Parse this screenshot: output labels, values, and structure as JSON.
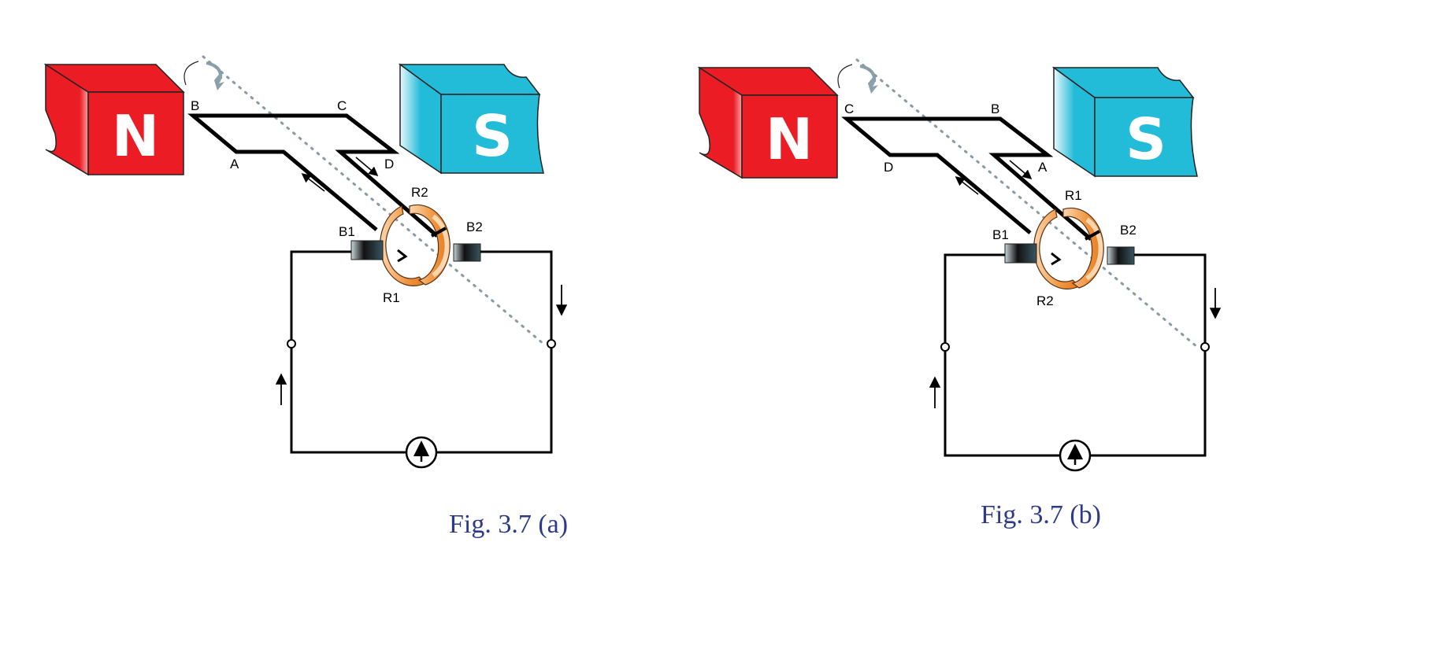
{
  "figures": [
    {
      "caption": "Fig. 3.7 (a)",
      "magnet_left": "N",
      "magnet_right": "S",
      "corner_labels": {
        "back_left": "B",
        "back_right": "C",
        "front_left": "A",
        "front_right": "D"
      },
      "ring_top": "R2",
      "ring_bottom": "R1",
      "brush_left": "B1",
      "brush_right": "B2"
    },
    {
      "caption": "Fig. 3.7 (b)",
      "magnet_left": "N",
      "magnet_right": "S",
      "corner_labels": {
        "back_left": "C",
        "back_right": "B",
        "front_left": "D",
        "front_right": "A"
      },
      "ring_top": "R1",
      "ring_bottom": "R2",
      "brush_left": "B1",
      "brush_right": "B2"
    }
  ],
  "colors": {
    "north": "#ec1c24",
    "south": "#22bcd9",
    "ring": "#f0953e",
    "caption": "#2d3a8c"
  }
}
